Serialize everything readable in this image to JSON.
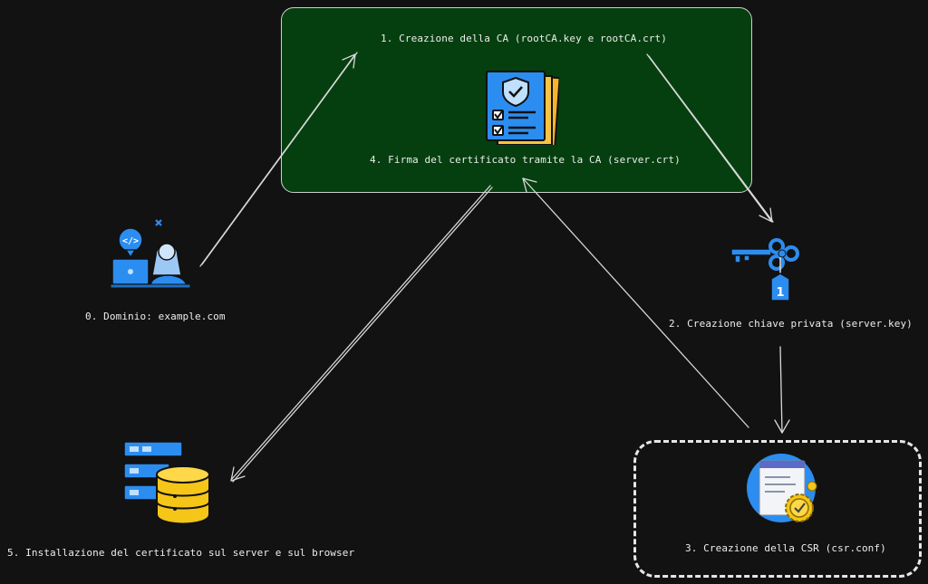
{
  "steps": {
    "step0": "0. Dominio: example.com",
    "step1": "1. Creazione della CA (rootCA.key e rootCA.crt)",
    "step2": "2. Creazione chiave privata (server.key)",
    "step3": "3. Creazione della CSR (csr.conf)",
    "step4": "4. Firma del certificato tramite la CA (server.crt)",
    "step5": "5. Installazione del certificato sul server e sul browser"
  },
  "icons": {
    "developer": "developer-laptop-icon",
    "certificate": "certificate-checklist-icon",
    "key": "private-key-icon",
    "csr": "csr-document-icon",
    "server": "server-database-icon"
  },
  "colors": {
    "background": "#121212",
    "ca_fill": "#053f0f",
    "accent_blue": "#2c8df0",
    "accent_yellow": "#f5c518",
    "text": "#ececec"
  }
}
